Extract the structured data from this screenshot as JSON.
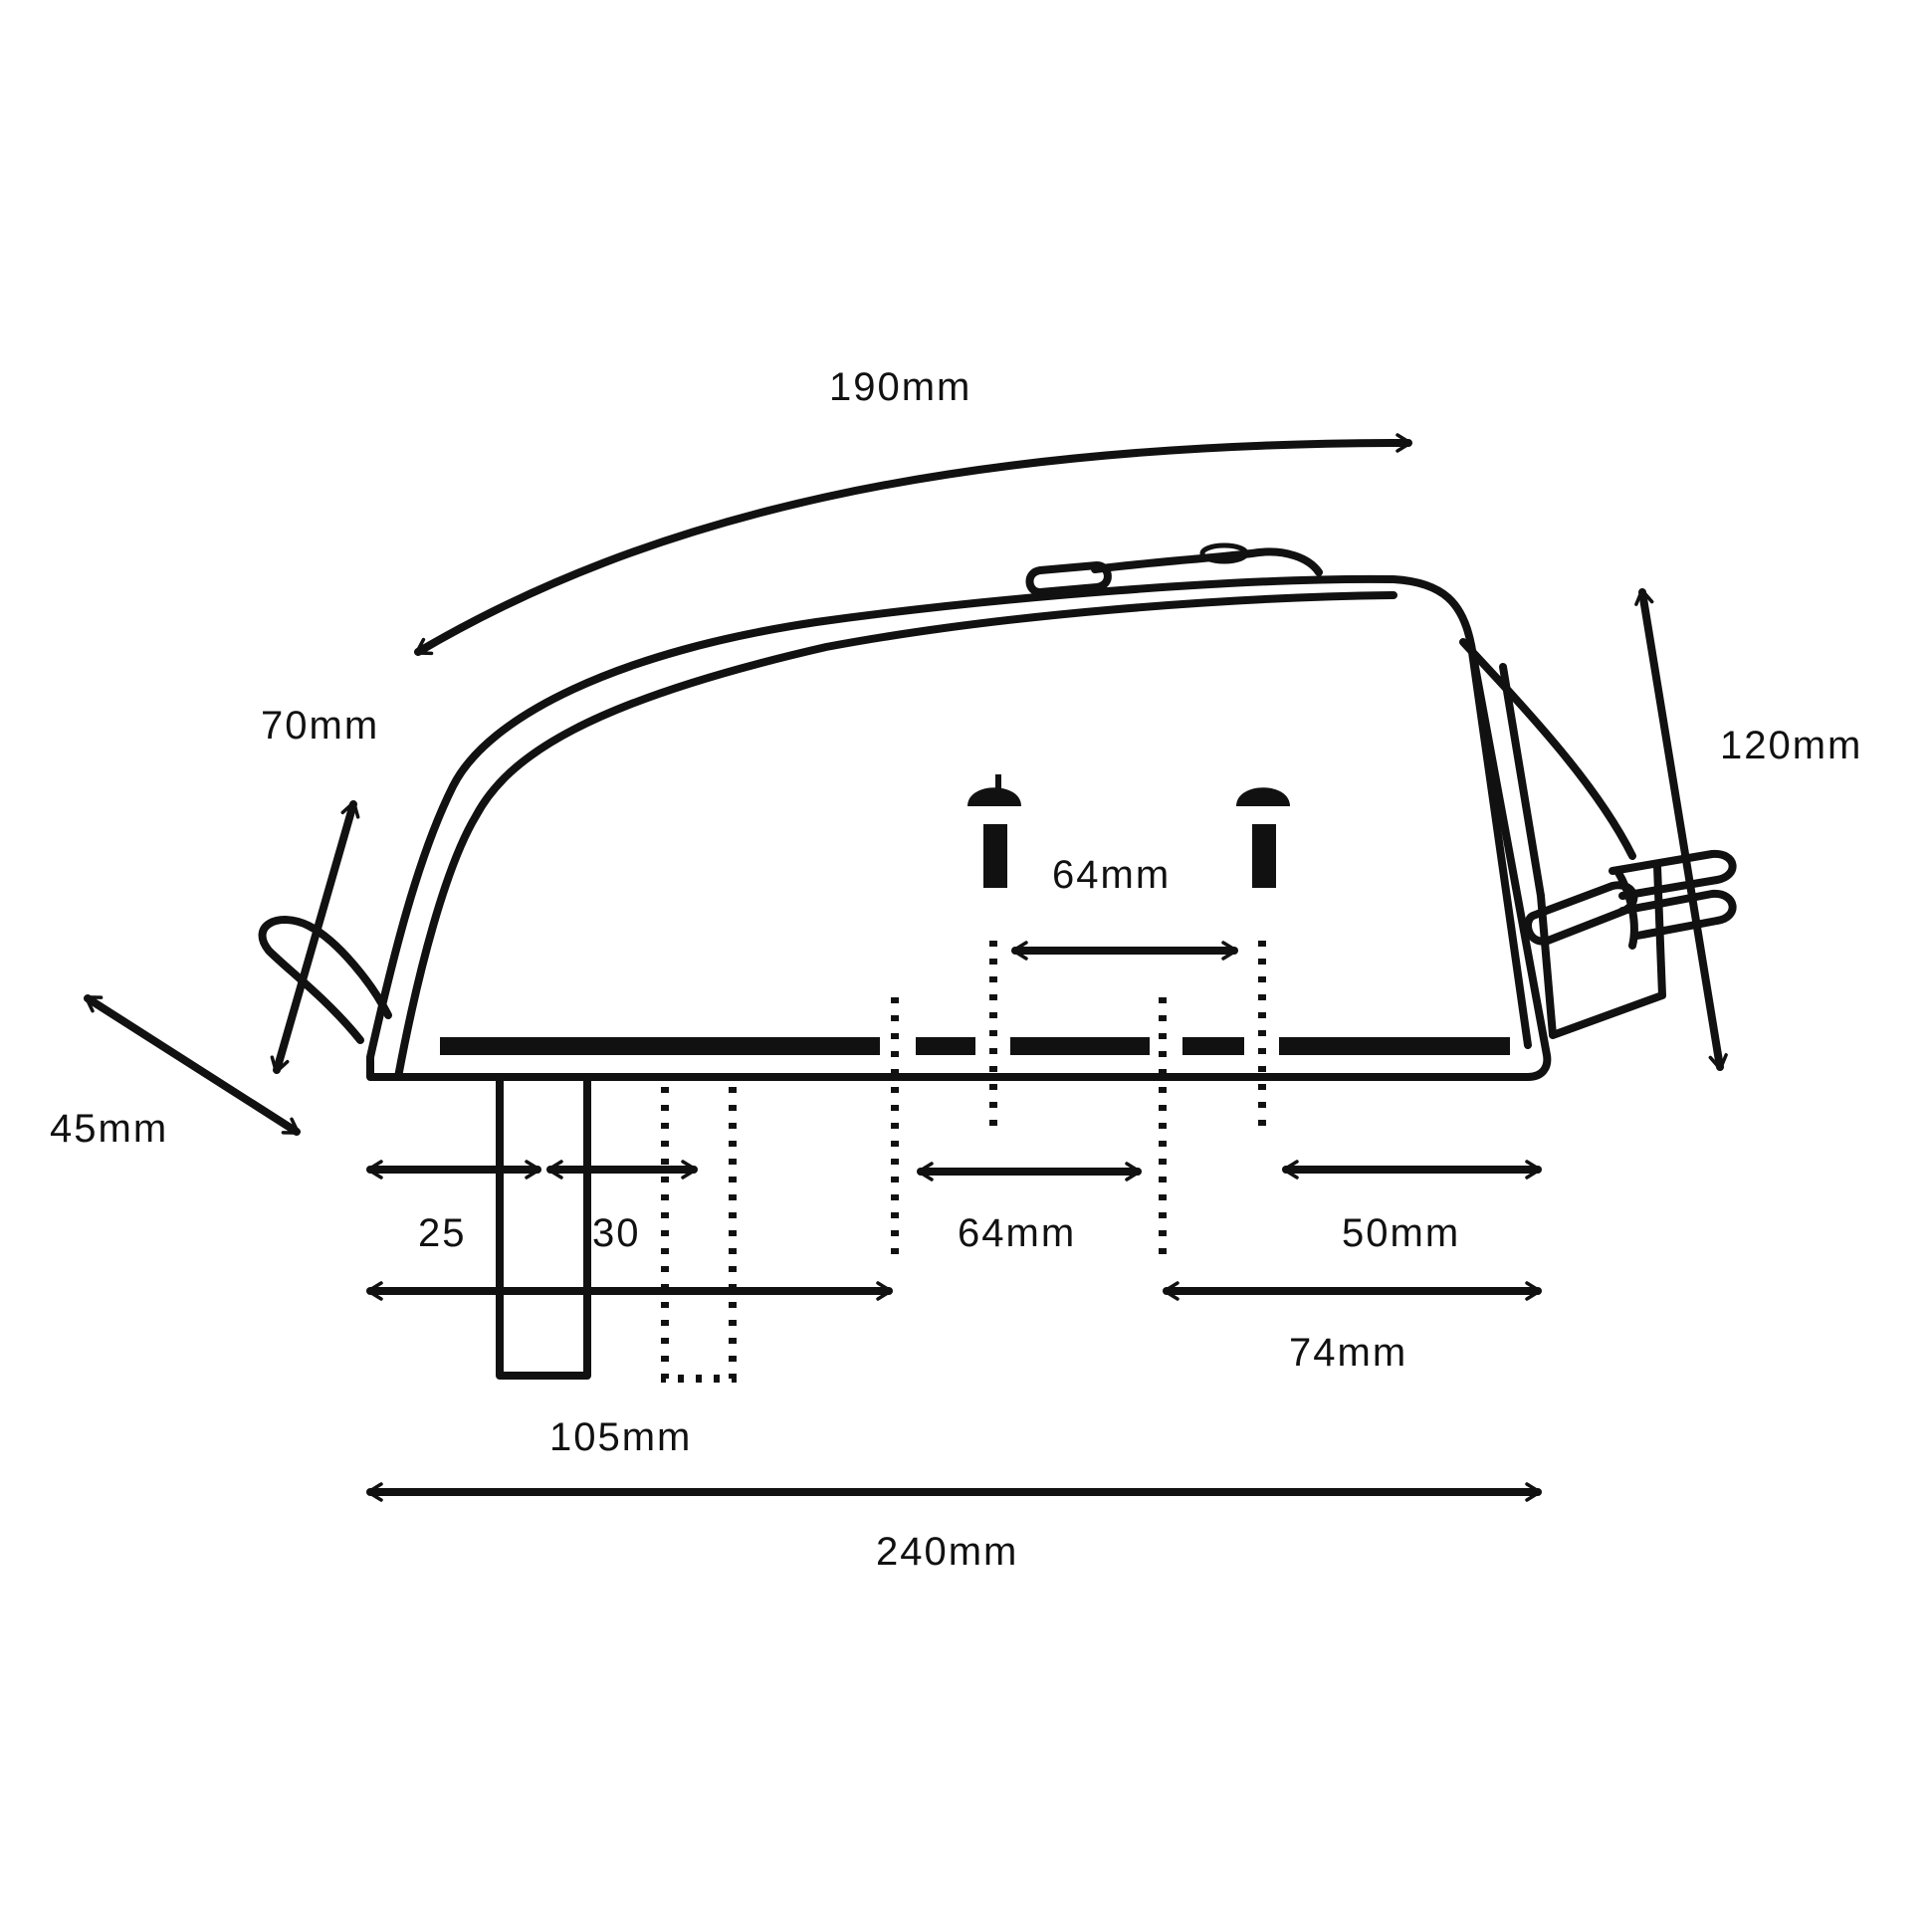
{
  "dimensions": {
    "top_length": "190mm",
    "front_height": "70mm",
    "front_width": "45mm",
    "rear_height": "120mm",
    "bolt_spacing_top": "64mm",
    "strap_offset": "25",
    "strap_width": "30",
    "bolt_spacing_bottom": "64mm",
    "rear_offset": "50mm",
    "strap_to_front_bolt": "105mm",
    "rear_bolt_to_end": "74mm",
    "total_length": "240mm"
  },
  "colors": {
    "line": "#111111",
    "background": "#ffffff"
  }
}
